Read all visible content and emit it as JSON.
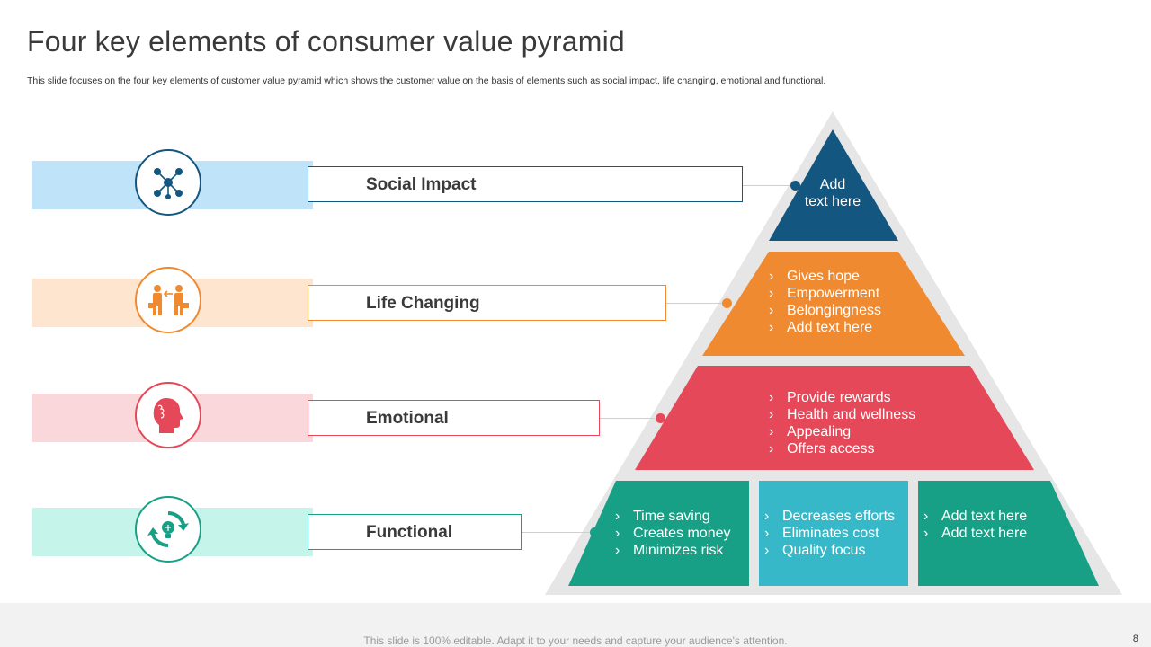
{
  "slide": {
    "title": "Four key elements of consumer value pyramid",
    "subtitle": "This slide focuses on the four key elements of customer value pyramid which shows the customer value on the basis of elements such as social impact, life changing, emotional and functional.",
    "footer": "This slide is 100% editable. Adapt it to your needs and capture your audience's attention.",
    "page_number": "8"
  },
  "colors": {
    "social": "#13567f",
    "life": "#f08a30",
    "emotional": "#e54858",
    "functional": "#18a086",
    "functional_mid": "#36b8c8",
    "social_band": "#bfe3f8",
    "life_band": "#fde5d0",
    "emotional_band": "#fad7da",
    "functional_band": "#c4f4ea",
    "pyramid_outline": "#e6e6e6"
  },
  "elements": [
    {
      "label": "Social Impact",
      "icon": "network-icon"
    },
    {
      "label": "Life Changing",
      "icon": "people-exchange-icon"
    },
    {
      "label": "Emotional",
      "icon": "head-profile-icon"
    },
    {
      "label": "Functional",
      "icon": "cycle-bulb-icon"
    }
  ],
  "pyramid": {
    "top": {
      "lines": [
        "Add",
        "text here"
      ]
    },
    "level2": {
      "bullets": [
        "Gives hope",
        "Empowerment",
        "Belongingness",
        "Add text here"
      ]
    },
    "level3": {
      "bullets": [
        "Provide rewards",
        "Health and wellness",
        "Appealing",
        "Offers access"
      ]
    },
    "base": {
      "left": {
        "bullets": [
          "Time saving",
          "Creates money",
          "Minimizes risk"
        ]
      },
      "middle": {
        "bullets": [
          "Decreases efforts",
          "Eliminates cost",
          "Quality focus"
        ]
      },
      "right": {
        "bullets": [
          "Add text here",
          "Add text here"
        ]
      }
    }
  }
}
